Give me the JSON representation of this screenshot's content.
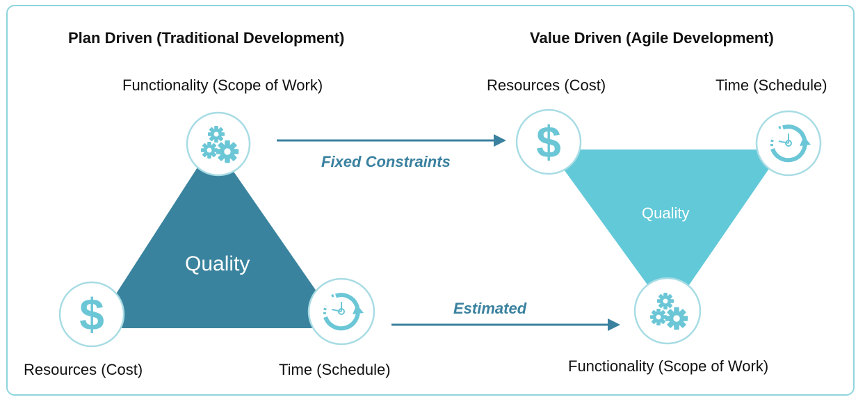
{
  "colors": {
    "border": "#8fd4dd",
    "left_triangle": "#3a839e",
    "right_triangle": "#62c9d8",
    "icon_blue": "#6bc6d6",
    "arrow": "#3a819f"
  },
  "left": {
    "title": "Plan Driven (Traditional Development)",
    "top_label": "Functionality (Scope of Work)",
    "bottom_left_label": "Resources (Cost)",
    "bottom_right_label": "Time (Schedule)",
    "center": "Quality",
    "top_icon": "gears-icon",
    "bottom_left_icon": "dollar-icon",
    "bottom_right_icon": "clock-icon"
  },
  "right": {
    "title": "Value Driven (Agile Development)",
    "top_left_label": "Resources (Cost)",
    "top_right_label": "Time (Schedule)",
    "bottom_label": "Functionality (Scope of Work)",
    "center": "Quality",
    "top_left_icon": "dollar-icon",
    "top_right_icon": "clock-icon",
    "bottom_icon": "gears-icon"
  },
  "arrows": {
    "top_label": "Fixed Constraints",
    "bottom_label": "Estimated"
  }
}
